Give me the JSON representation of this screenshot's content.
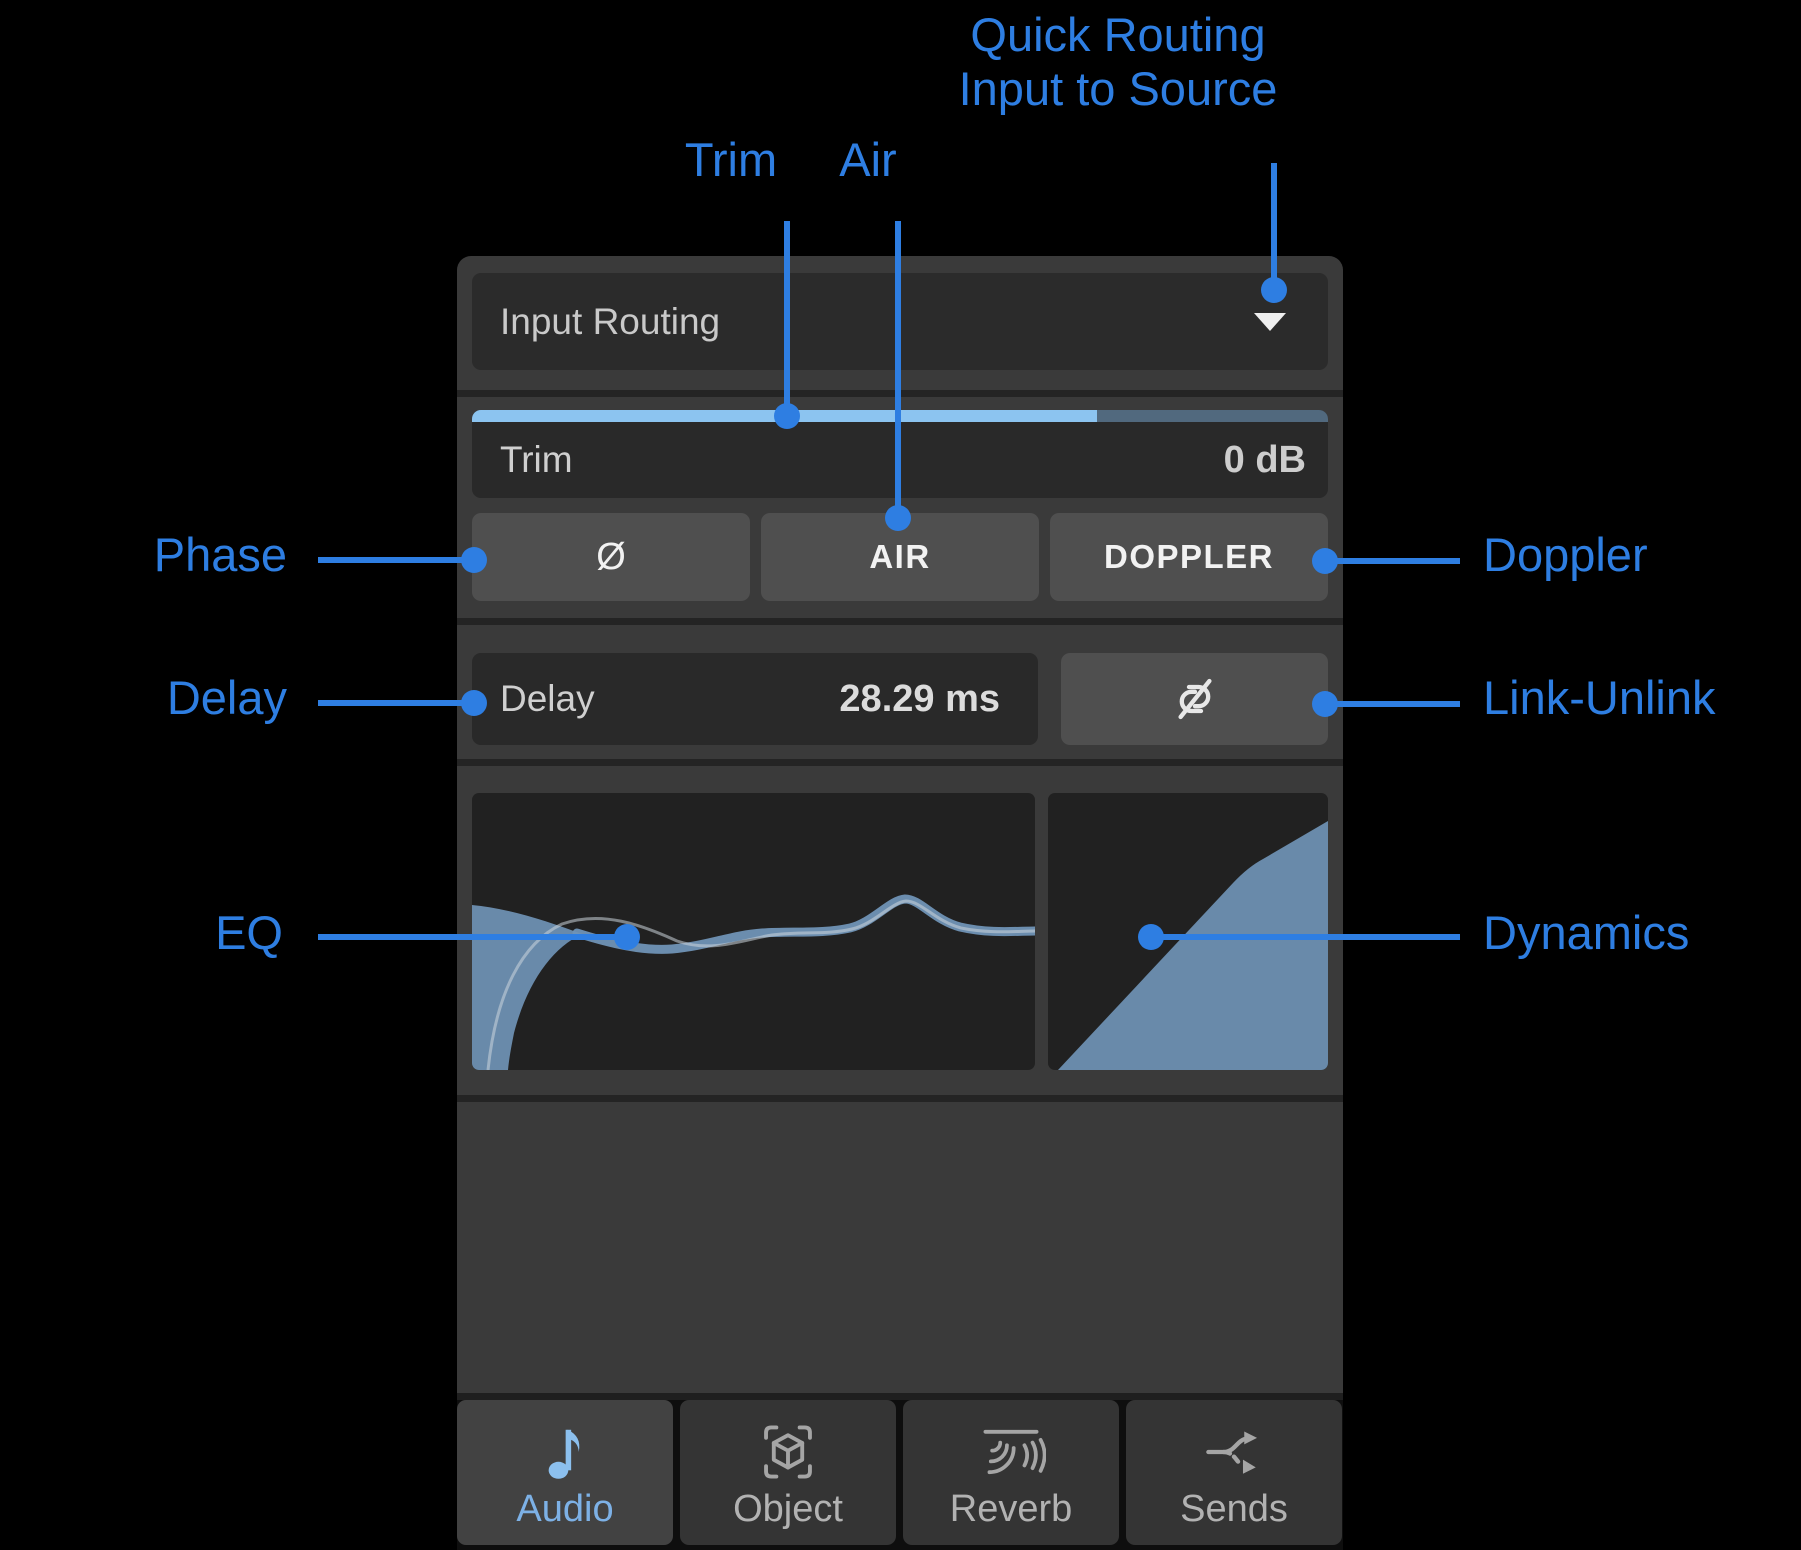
{
  "colors": {
    "annotation_blue": "#2e7ee2",
    "slider_fill": "#8cc4f0",
    "slider_rest": "#51697e",
    "graph_fill": "#7094b6",
    "active_tab_text": "#7db1e6"
  },
  "annotations": {
    "quick_routing_line1": "Quick Routing",
    "quick_routing_line2": "Input to Source",
    "trim": "Trim",
    "air": "Air",
    "phase": "Phase",
    "doppler": "Doppler",
    "delay": "Delay",
    "link_unlink": "Link-Unlink",
    "eq": "EQ",
    "dynamics": "Dynamics"
  },
  "panel": {
    "input_routing_label": "Input Routing",
    "trim_label": "Trim",
    "trim_value": "0 dB",
    "trim_fill_pct": 73,
    "phase_button": "Ø",
    "air_button": "AIR",
    "doppler_button": "DOPPLER",
    "delay_label": "Delay",
    "delay_value": "28.29 ms",
    "tabs": [
      {
        "label": "Audio",
        "icon": "music-note-icon",
        "active": true
      },
      {
        "label": "Object",
        "icon": "object-cube-icon",
        "active": false
      },
      {
        "label": "Reverb",
        "icon": "reverb-icon",
        "active": false
      },
      {
        "label": "Sends",
        "icon": "sends-arrows-icon",
        "active": false
      }
    ]
  }
}
